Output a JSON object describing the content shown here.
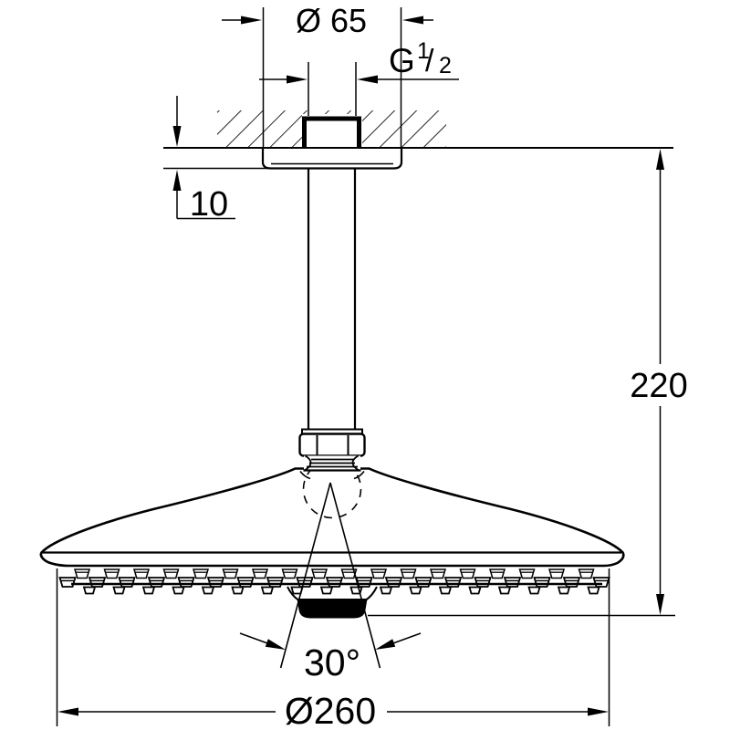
{
  "colors": {
    "ink": "#000000",
    "paper": "#ffffff"
  },
  "labels": {
    "connector_diameter": "Ø 65",
    "thread": {
      "letter": "G",
      "numerator": "1",
      "fraction_slash": "/",
      "denominator": "2"
    },
    "escutcheon_thickness": "10",
    "installation_height": "220",
    "spray_angle": "30°",
    "head_diameter": "Ø260"
  }
}
